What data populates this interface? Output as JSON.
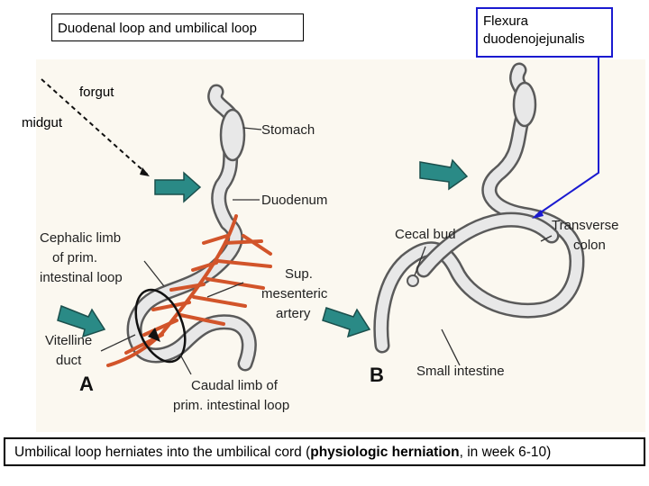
{
  "titles": {
    "left": "Duodenal loop and umbilical loop",
    "right": "Flexura duodenojejunalis"
  },
  "annotations": {
    "forgut": "forgut",
    "midgut": "midgut"
  },
  "figure_a": {
    "stomach": "Stomach",
    "duodenum": "Duodenum",
    "cephalic_1": "Cephalic limb",
    "cephalic_2": "of prim.",
    "cephalic_3": "intestinal loop",
    "sup_1": "Sup.",
    "sup_2": "mesenteric",
    "sup_3": "artery",
    "vitelline_1": "Vitelline",
    "vitelline_2": "duct",
    "caudal_1": "Caudal limb of",
    "caudal_2": "prim. intestinal loop",
    "letter": "A"
  },
  "figure_b": {
    "cecal_bud": "Cecal bud",
    "transverse_1": "Transverse",
    "transverse_2": "colon",
    "small_intestine": "Small intestine",
    "letter": "B"
  },
  "caption": {
    "pre": "Umbilical loop herniates into the umbilical cord (",
    "bold": "physiologic herniation",
    "post": ", in week 6-10)"
  },
  "colors": {
    "arrow_teal": "#2a8a86",
    "artery_red": "#d2542a",
    "pointer_blue": "#1a1ad0",
    "figure_bg": "#fbf8f0"
  }
}
